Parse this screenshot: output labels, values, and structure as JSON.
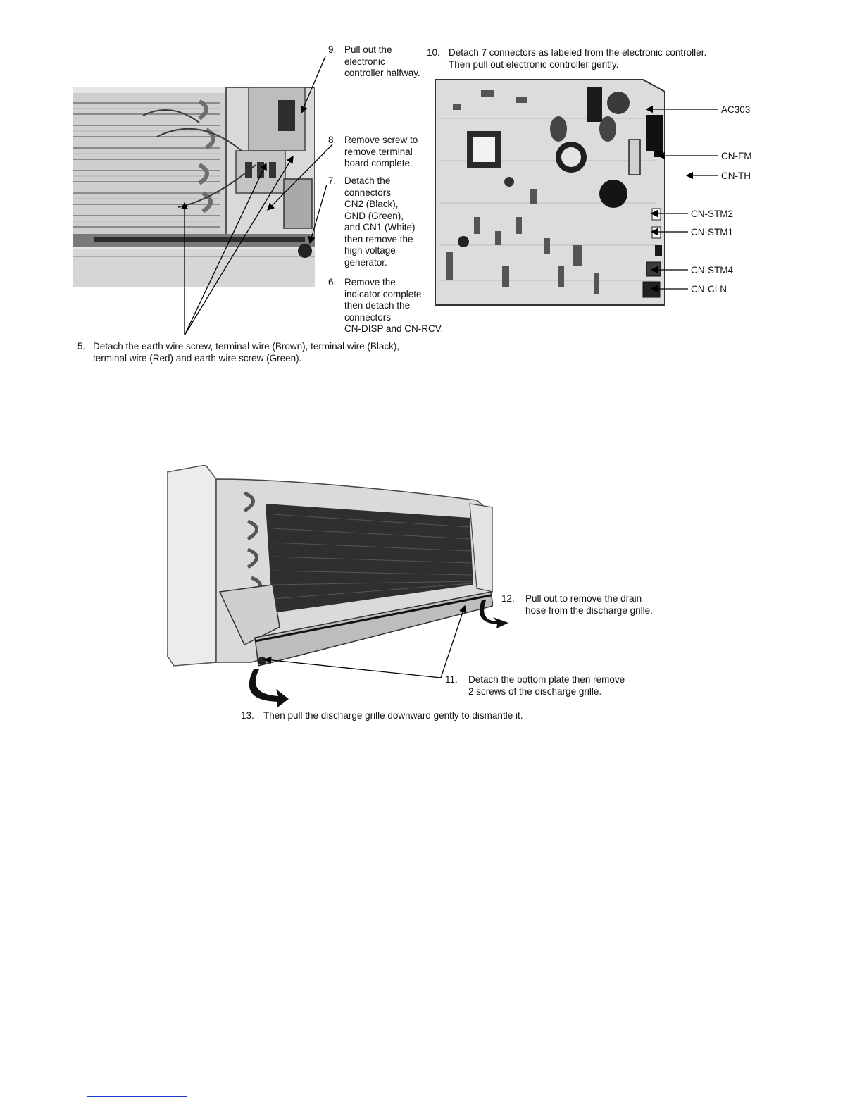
{
  "steps": {
    "s9": {
      "num": "9.",
      "text": "Pull out the\nelectronic\ncontroller halfway."
    },
    "s10": {
      "num": "10.",
      "text": "Detach 7 connectors as labeled from the electronic controller.\nThen pull out electronic controller gently."
    },
    "s8": {
      "num": "8.",
      "text": "Remove screw to\nremove terminal\nboard complete."
    },
    "s7": {
      "num": "7.",
      "text": "Detach the\nconnectors\nCN2 (Black),\nGND (Green),\nand CN1 (White)\nthen remove the\nhigh voltage\ngenerator."
    },
    "s6": {
      "num": "6.",
      "text": "Remove the\nindicator complete\nthen detach the\nconnectors\nCN-DISP and CN-RCV."
    },
    "s5": {
      "num": "5.",
      "text": "Detach the earth wire screw, terminal wire (Brown), terminal wire (Black),\nterminal wire (Red) and earth wire screw (Green)."
    },
    "s12": {
      "num": "12.",
      "text": "Pull out to remove the drain\nhose from the discharge grille."
    },
    "s11": {
      "num": "11.",
      "text": "Detach the bottom plate then remove\n2 screws of the discharge grille."
    },
    "s13": {
      "num": "13.",
      "text": "Then pull the discharge grille downward gently to dismantle it."
    }
  },
  "connectors": [
    "AC303",
    "CN-FM",
    "CN-TH",
    "CN-STM2",
    "CN-STM1",
    "CN-STM4",
    "CN-CLN"
  ]
}
